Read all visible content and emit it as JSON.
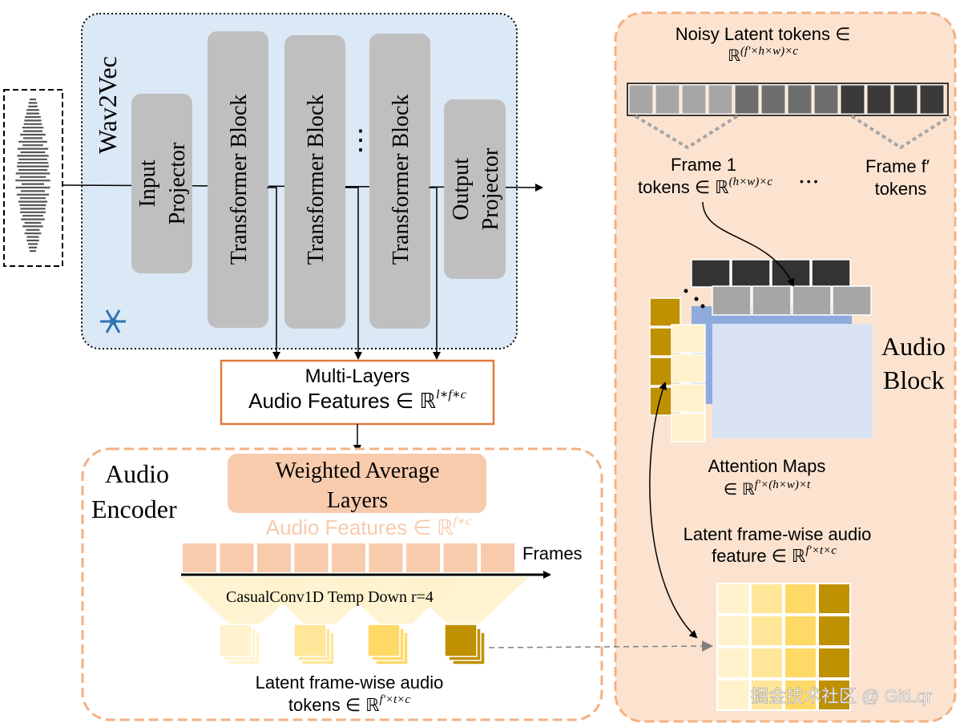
{
  "wav2vec": {
    "title": "Wav2Vec",
    "input_projector": [
      "Input",
      "Projector"
    ],
    "transformer_block": "Transformer Block",
    "output_projector": [
      "Output",
      "Projector"
    ],
    "ellipsis": "⋮"
  },
  "multi_layers": {
    "line1": "Multi-Layers",
    "line2": "Audio Features ∈ ℝ",
    "sup": "l∗f∗c"
  },
  "audio_encoder": {
    "title": [
      "Audio",
      "Encoder"
    ],
    "weighted_average": [
      "Weighted Average",
      "Layers"
    ],
    "audio_features": "Audio Features ∈ ℝ",
    "audio_features_sup": "f∗c",
    "frames_label": "Frames",
    "conv_label": "CasualConv1D Temp Down r=4",
    "latent_tokens": [
      "Latent frame-wise audio",
      "tokens ∈ ℝ"
    ],
    "latent_tokens_sup": "f′×t×c"
  },
  "audio_block": {
    "title": [
      "Audio",
      "Block"
    ],
    "noisy_latent": [
      "Noisy Latent tokens ∈",
      "ℝ"
    ],
    "noisy_latent_sup": "(f′×h×w)×c",
    "frame1": [
      "Frame 1",
      "tokens ∈ ℝ"
    ],
    "frame1_sup": "(h×w)×c",
    "frame_f": [
      "Frame f′",
      "tokens"
    ],
    "dots": "• • •",
    "attention_maps": [
      "Attention Maps",
      "∈ ℝ"
    ],
    "attention_maps_sup": "f′×(h×w)×t",
    "latent_feature": [
      "Latent frame-wise audio",
      "feature ∈ ℝ"
    ],
    "latent_feature_sup": "f′×t×c"
  },
  "watermark": "掘金技术社区 @ GitLqr",
  "colors": {
    "wav2vec_bg": "#dbe8f5",
    "gray_block": "#bfbfbf",
    "orange_border": "#e07a3a",
    "peach_bg": "#fbe3d0",
    "encoder_frames": "#f8cbad",
    "gold_dark": "#bf9000",
    "gold_light": "#fff2cc",
    "attention_bg": "#dae3f3",
    "attention_blue": "#8faadc"
  }
}
